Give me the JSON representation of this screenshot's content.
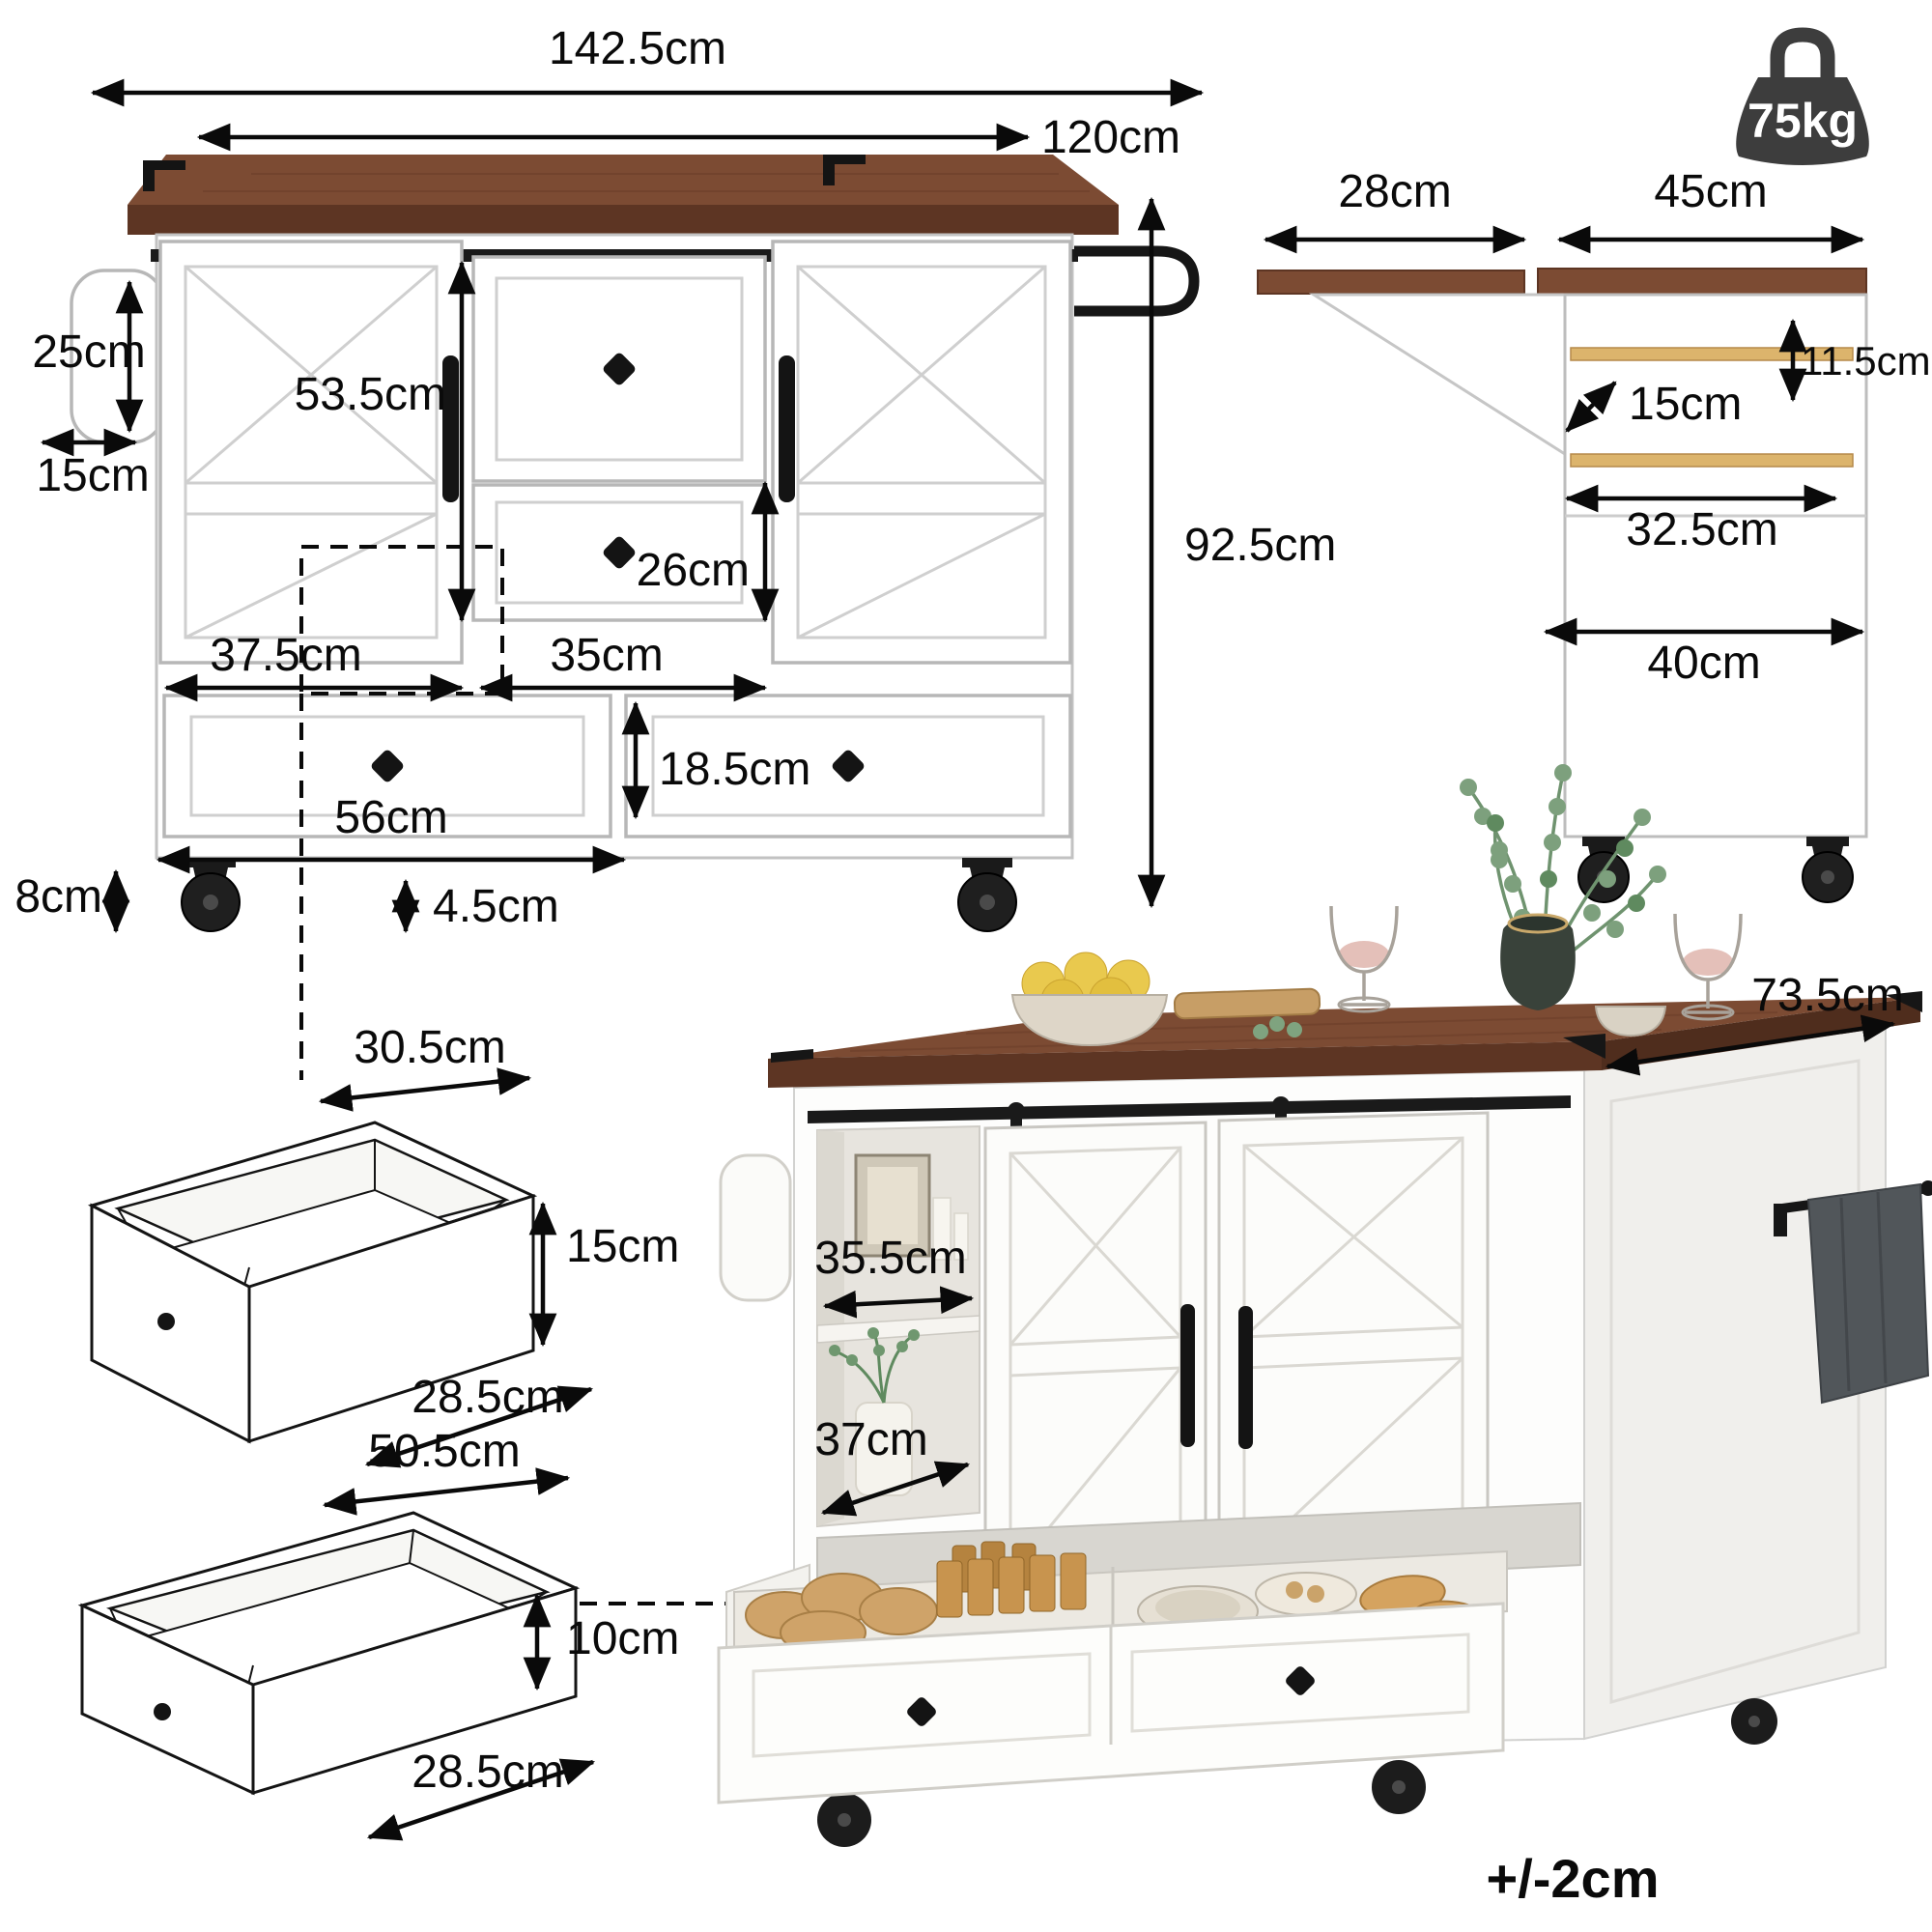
{
  "page": {
    "tolerance_note": "+/-2cm"
  },
  "weight_capacity": {
    "value": "75kg"
  },
  "front_view": {
    "overall_width": "142.5cm",
    "countertop_width": "120cm",
    "overall_height": "92.5cm",
    "towel_holder_height": "25cm",
    "towel_holder_depth": "15cm",
    "barn_door_height": "53.5cm",
    "middle_drawer_front_height": "26cm",
    "left_door_width": "37.5cm",
    "middle_section_width": "35cm",
    "bottom_drawer_front_height": "18.5cm",
    "bottom_drawer_width": "56cm",
    "caster_height": "8cm",
    "ground_clearance": "4.5cm"
  },
  "side_view": {
    "drop_leaf_depth": "28cm",
    "countertop_depth": "45cm",
    "spice_rack_height": "11.5cm",
    "spice_rack_depth": "15cm",
    "upper_shelf_depth": "32.5cm",
    "cabinet_depth": "40cm"
  },
  "small_drawer": {
    "width": "30.5cm",
    "height": "15cm",
    "depth": "28.5cm"
  },
  "large_drawer": {
    "width": "50.5cm",
    "height": "10cm",
    "depth": "28.5cm"
  },
  "island_view": {
    "countertop_total_depth": "73.5cm",
    "open_shelf_width": "35.5cm",
    "open_shelf_depth": "37cm"
  },
  "colors": {
    "wood_top": "#7c4b33",
    "wood_edge": "#5d3523",
    "hardware_black": "#161616",
    "rod_wood": "#dcb46c"
  }
}
